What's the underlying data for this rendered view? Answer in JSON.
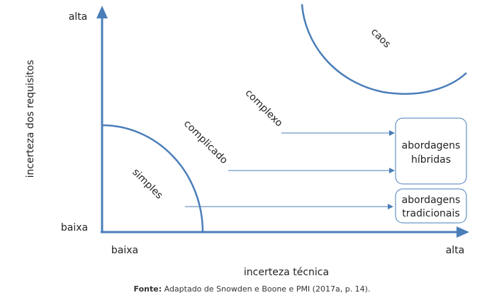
{
  "colors": {
    "line": "#4a7eb9",
    "text": "#222222"
  },
  "axes": {
    "y_label": "incerteza dos requisitos",
    "y_high": "alta",
    "y_low": "baixa",
    "x_label": "incerteza técnica",
    "x_low": "baixa",
    "x_high": "alta"
  },
  "zones": {
    "simple": "simples",
    "complicated": "complicado",
    "complex": "complexo",
    "chaos": "caos"
  },
  "boxes": {
    "hybrid_line1": "abordagens",
    "hybrid_line2": "híbridas",
    "traditional_line1": "abordagens",
    "traditional_line2": "tradicionais"
  },
  "caption": {
    "label": "Fonte:",
    "text": " Adaptado de Snowden e Boone e PMI (2017a, p. 14)."
  }
}
